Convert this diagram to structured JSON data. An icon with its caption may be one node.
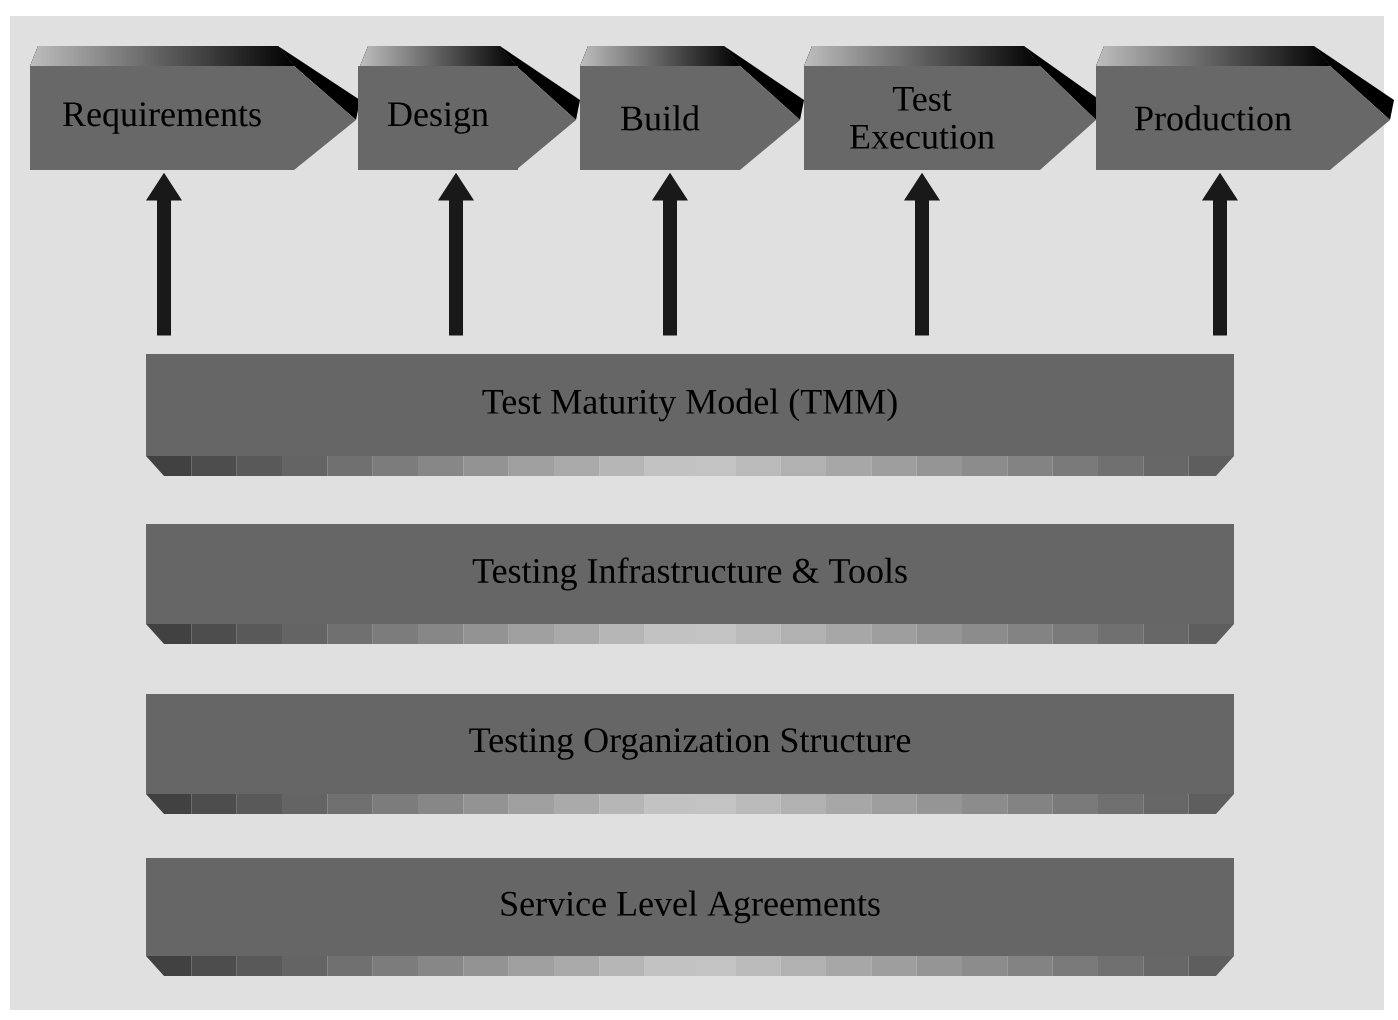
{
  "diagram": {
    "nodes": [
      {
        "text": [
          "Requirements"
        ]
      },
      {
        "text": [
          "Design"
        ]
      },
      {
        "text": [
          "Build"
        ]
      },
      {
        "text": [
          "Test Execution"
        ]
      },
      {
        "text": [
          "Production"
        ]
      },
      {
        "text": [
          "Test Maturity Model (TMM)"
        ]
      },
      {
        "text": [
          "Testing Infrastructure & Tools"
        ]
      },
      {
        "text": [
          "Testing Organization Structure"
        ]
      },
      {
        "text": [
          "Service Level Agreements"
        ]
      }
    ],
    "edges": [
      {
        "from": 5,
        "to": 0,
        "arrow": "to"
      },
      {
        "from": 5,
        "to": 1,
        "arrow": "to"
      },
      {
        "from": 5,
        "to": 2,
        "arrow": "to"
      },
      {
        "from": 5,
        "to": 3,
        "arrow": "to"
      },
      {
        "from": 5,
        "to": 4,
        "arrow": "to"
      }
    ]
  }
}
